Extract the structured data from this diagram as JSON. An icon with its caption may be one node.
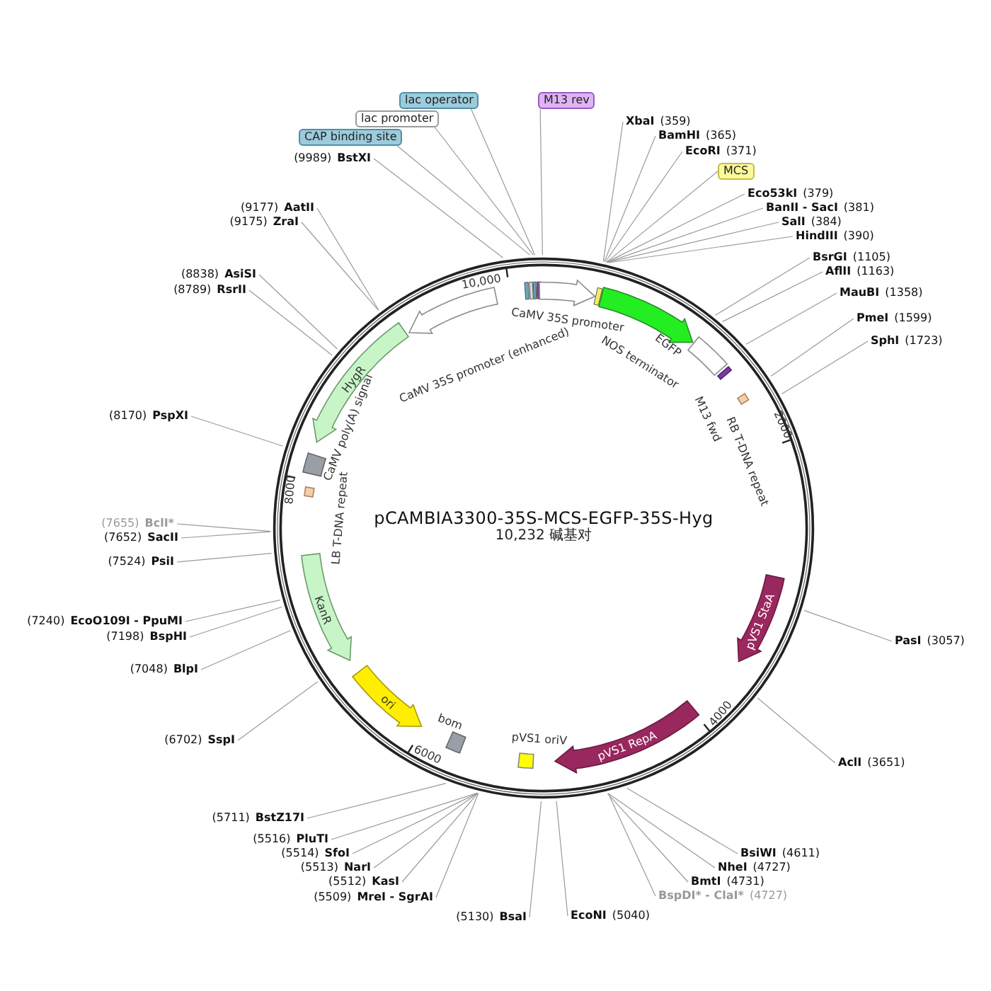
{
  "diagram": {
    "title": "pCAMBIA3300-35S-MCS-EGFP-35S-Hyg",
    "nodes": [
      {
        "text": [
          "CAP binding site"
        ]
      },
      {
        "text": [
          "lac promoter"
        ]
      },
      {
        "text": [
          "lac operator"
        ]
      },
      {
        "text": [
          "M13 rev"
        ]
      },
      {
        "text": [
          "MCS"
        ]
      },
      {
        "text": [
          "(9989)",
          "BstXI"
        ]
      },
      {
        "text": [
          "(9177)",
          "AatII"
        ]
      },
      {
        "text": [
          "(9175)",
          "ZraI"
        ]
      },
      {
        "text": [
          "(8838)",
          "AsiSI"
        ]
      },
      {
        "text": [
          "(8789)",
          "RsrII"
        ]
      },
      {
        "text": [
          "(8170)",
          "PspXI"
        ]
      },
      {
        "text": [
          "(7655)",
          "BclI*"
        ]
      },
      {
        "text": [
          "(7652)",
          "SacII"
        ]
      },
      {
        "text": [
          "(7524)",
          "PsiI"
        ]
      },
      {
        "text": [
          "(7240)",
          "EcoO109I - PpuMI"
        ]
      },
      {
        "text": [
          "(7198)",
          "BspHI"
        ]
      },
      {
        "text": [
          "(7048)",
          "BlpI"
        ]
      },
      {
        "text": [
          "(6702)",
          "SspI"
        ]
      },
      {
        "text": [
          "(5711)",
          "BstZ17I"
        ]
      },
      {
        "text": [
          "(5516)",
          "PluTI"
        ]
      },
      {
        "text": [
          "(5514)",
          "SfoI"
        ]
      },
      {
        "text": [
          "(5513)",
          "NarI"
        ]
      },
      {
        "text": [
          "(5512)",
          "KasI"
        ]
      },
      {
        "text": [
          "(5509)",
          "MreI - SgrAI"
        ]
      },
      {
        "text": [
          "(5130)",
          "BsaI"
        ]
      },
      {
        "text": [
          "XbaI",
          "(359)"
        ]
      },
      {
        "text": [
          "BamHI",
          "(365)"
        ]
      },
      {
        "text": [
          "EcoRI",
          "(371)"
        ]
      },
      {
        "text": [
          "Eco53kI",
          "(379)"
        ]
      },
      {
        "text": [
          "BanII - SacI",
          "(381)"
        ]
      },
      {
        "text": [
          "SalI",
          "(384)"
        ]
      },
      {
        "text": [
          "HindIII",
          "(390)"
        ]
      },
      {
        "text": [
          "BsrGI",
          "(1105)"
        ]
      },
      {
        "text": [
          "AflII",
          "(1163)"
        ]
      },
      {
        "text": [
          "MauBI",
          "(1358)"
        ]
      },
      {
        "text": [
          "PmeI",
          "(1599)"
        ]
      },
      {
        "text": [
          "SphI",
          "(1723)"
        ]
      },
      {
        "text": [
          "PasI",
          "(3057)"
        ]
      },
      {
        "text": [
          "AclI",
          "(3651)"
        ]
      },
      {
        "text": [
          "BsiWI",
          "(4611)"
        ]
      },
      {
        "text": [
          "NheI",
          "(4727)"
        ]
      },
      {
        "text": [
          "BmtI",
          "(4731)"
        ]
      },
      {
        "text": [
          "BspDI* - ClaI*",
          "(4727)"
        ]
      },
      {
        "text": [
          "EcoNI",
          "(5040)"
        ]
      },
      {
        "text": [
          "CaMV 35S promoter"
        ]
      },
      {
        "text": [
          "EGFP"
        ]
      },
      {
        "text": [
          "NOS terminator"
        ]
      },
      {
        "text": [
          "M13 fwd"
        ]
      },
      {
        "text": [
          "RB T-DNA repeat"
        ]
      },
      {
        "text": [
          "pVS1 StaA"
        ]
      },
      {
        "text": [
          "pVS1 RepA"
        ]
      },
      {
        "text": [
          "pVS1 oriV"
        ]
      },
      {
        "text": [
          "bom"
        ]
      },
      {
        "text": [
          "ori"
        ]
      },
      {
        "text": [
          "KanR"
        ]
      },
      {
        "text": [
          "LB T-DNA repeat"
        ]
      },
      {
        "text": [
          "CaMV poly(A) signal"
        ]
      },
      {
        "text": [
          "HygR"
        ]
      },
      {
        "text": [
          "CaMV 35S promoter (enhanced)"
        ]
      }
    ],
    "edges": [
      {
        "from": 0,
        "to": null,
        "arrow": "none"
      },
      {
        "from": 1,
        "to": null,
        "arrow": "none"
      },
      {
        "from": 2,
        "to": null,
        "arrow": "none"
      },
      {
        "from": 3,
        "to": null,
        "arrow": "none"
      },
      {
        "from": 4,
        "to": null,
        "arrow": "none"
      },
      {
        "from": 5,
        "to": null,
        "arrow": "none"
      },
      {
        "from": 6,
        "to": null,
        "arrow": "none"
      },
      {
        "from": 7,
        "to": null,
        "arrow": "none"
      },
      {
        "from": 8,
        "to": null,
        "arrow": "none"
      },
      {
        "from": 9,
        "to": null,
        "arrow": "none"
      },
      {
        "from": 10,
        "to": null,
        "arrow": "none"
      },
      {
        "from": 11,
        "to": null,
        "arrow": "none"
      },
      {
        "from": 12,
        "to": null,
        "arrow": "none"
      },
      {
        "from": 13,
        "to": null,
        "arrow": "none"
      },
      {
        "from": 14,
        "to": null,
        "arrow": "none"
      },
      {
        "from": 15,
        "to": null,
        "arrow": "none"
      },
      {
        "from": 16,
        "to": null,
        "arrow": "none"
      },
      {
        "from": 17,
        "to": null,
        "arrow": "none"
      },
      {
        "from": 18,
        "to": null,
        "arrow": "none"
      },
      {
        "from": 19,
        "to": null,
        "arrow": "none"
      },
      {
        "from": 20,
        "to": null,
        "arrow": "none"
      },
      {
        "from": 21,
        "to": null,
        "arrow": "none"
      },
      {
        "from": 22,
        "to": null,
        "arrow": "none"
      },
      {
        "from": 23,
        "to": null,
        "arrow": "none"
      },
      {
        "from": 24,
        "to": null,
        "arrow": "none"
      },
      {
        "from": 25,
        "to": null,
        "arrow": "none"
      },
      {
        "from": 26,
        "to": null,
        "arrow": "none"
      },
      {
        "from": 27,
        "to": null,
        "arrow": "none"
      },
      {
        "from": 28,
        "to": null,
        "arrow": "none"
      },
      {
        "from": 29,
        "to": null,
        "arrow": "none"
      },
      {
        "from": 30,
        "to": null,
        "arrow": "none"
      },
      {
        "from": 31,
        "to": null,
        "arrow": "none"
      },
      {
        "from": 32,
        "to": null,
        "arrow": "none"
      },
      {
        "from": 33,
        "to": null,
        "arrow": "none"
      },
      {
        "from": 34,
        "to": null,
        "arrow": "none"
      },
      {
        "from": 35,
        "to": null,
        "arrow": "none"
      },
      {
        "from": 36,
        "to": null,
        "arrow": "none"
      },
      {
        "from": 37,
        "to": null,
        "arrow": "none"
      },
      {
        "from": 38,
        "to": null,
        "arrow": "none"
      },
      {
        "from": 39,
        "to": null,
        "arrow": "none"
      },
      {
        "from": 40,
        "to": null,
        "arrow": "none"
      },
      {
        "from": 41,
        "to": null,
        "arrow": "none"
      },
      {
        "from": 42,
        "to": null,
        "arrow": "none"
      },
      {
        "from": 43,
        "to": null,
        "arrow": "none"
      }
    ],
    "labels": [
      "10,232 碱基对",
      "10,000",
      "2000",
      "4000",
      "6000",
      "8000"
    ]
  }
}
